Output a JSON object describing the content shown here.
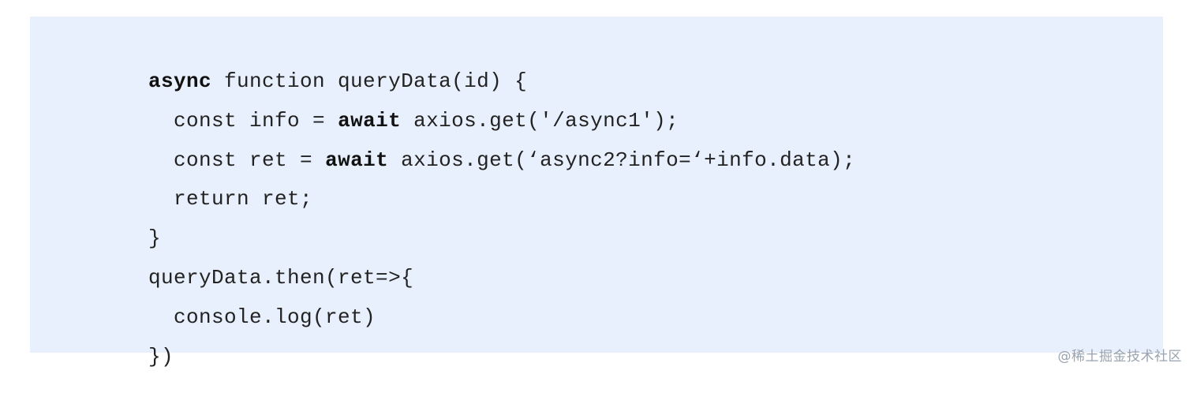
{
  "code": {
    "lines": [
      [
        {
          "text": "async",
          "bold": true
        },
        {
          "text": " function queryData(id) {"
        }
      ],
      [
        {
          "text": "  const info = "
        },
        {
          "text": "await",
          "bold": true
        },
        {
          "text": " axios.get('/async1');"
        }
      ],
      [
        {
          "text": "  const ret = "
        },
        {
          "text": "await",
          "bold": true
        },
        {
          "text": " axios.get(‘async2?info=‘+info.data);"
        }
      ],
      [
        {
          "text": "  return ret;"
        }
      ],
      [
        {
          "text": "}"
        }
      ],
      [
        {
          "text": "queryData.then(ret=>{"
        }
      ],
      [
        {
          "text": "  console.log(ret)"
        }
      ],
      [
        {
          "text": "})"
        }
      ]
    ]
  },
  "watermark": {
    "text": "@稀土掘金技术社区"
  },
  "colors": {
    "block_background": "#e8f0fd",
    "code_text": "#222222",
    "watermark_text": "#9aa3b0"
  }
}
